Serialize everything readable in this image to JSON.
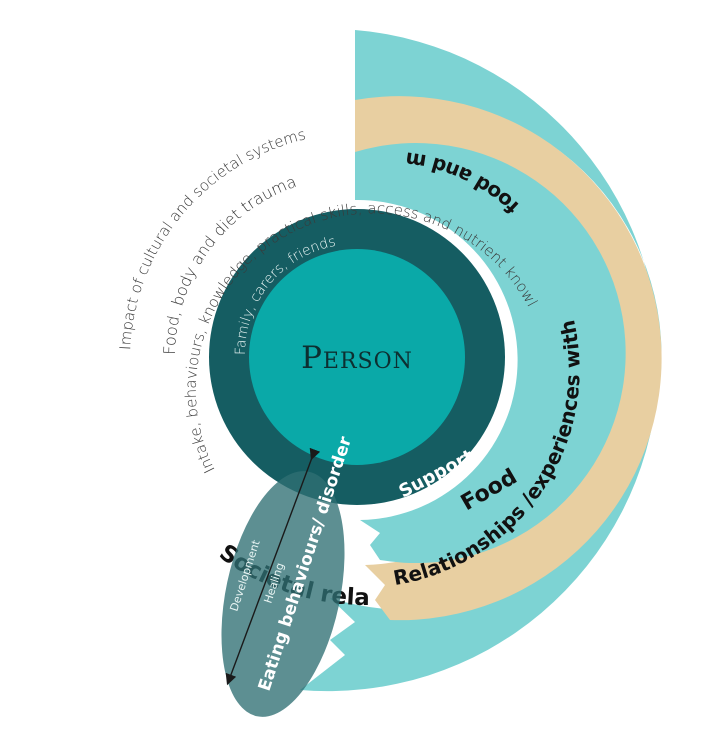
{
  "center": {
    "label": "Person"
  },
  "rings": {
    "societal": {
      "inner_text": "Impact of cultural and societal systems",
      "outer_text": "Societal relationships",
      "color": "#7dd3d3"
    },
    "relationships": {
      "inner_text": "Food, body and diet trauma",
      "outer_text_1": "Relationships /experiences with body,",
      "outer_text_2": "food and movement",
      "color": "#e8cfa1"
    },
    "food": {
      "inner_text": "Intake, behaviours, knowledge, practical skills, access and nutrient knowledge",
      "outer_text": "Food",
      "color": "#7dd3d3"
    },
    "supports": {
      "inner_text": "Family, carers, friends",
      "outer_text": "Supports",
      "color": "#155d62"
    }
  },
  "ellipse": {
    "title": "Eating behaviours/ disorder",
    "arrow_label_1": "Development",
    "arrow_label_2": "Healing",
    "color": "#2f6f73"
  },
  "colors": {
    "center": "#0aa9a8",
    "supports": "#155d62",
    "teal": "#7dd3d3",
    "tan": "#e8cfa1"
  }
}
